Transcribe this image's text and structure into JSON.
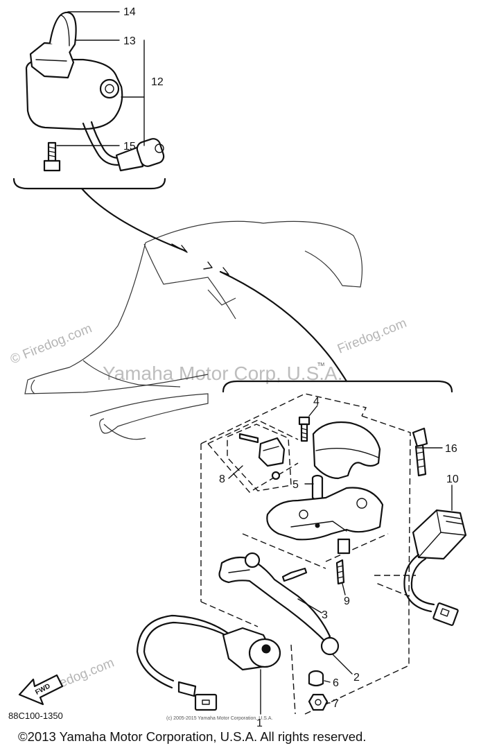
{
  "diagram": {
    "callouts": [
      "14",
      "13",
      "12",
      "15",
      "4",
      "16",
      "8",
      "5",
      "10",
      "9",
      "3",
      "2",
      "6",
      "7",
      "1"
    ],
    "watermarks": [
      "© Firedog.com",
      "Firedog.com",
      "Firedog.com"
    ],
    "brand_watermark": "Yamaha Motor Corp, U.S.A.",
    "trademark": "TM",
    "diagram_code": "88C100-1350",
    "fwd_label": "FWD",
    "small_notice": "(c) 2005-2015 Yamaha Motor Corporation, U.S.A.",
    "copyright": "©2013 Yamaha Motor Corporation, U.S.A. All rights reserved."
  }
}
